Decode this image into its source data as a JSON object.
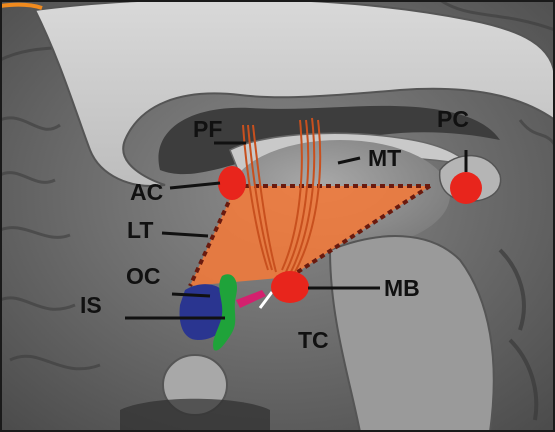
{
  "figure": {
    "labels": {
      "pf": "PF",
      "mt": "MT",
      "pc": "PC",
      "ac": "AC",
      "lt": "LT",
      "oc": "OC",
      "is": "IS",
      "mb": "MB",
      "tc": "TC"
    },
    "colors": {
      "triangle_fill": "#F07A3C",
      "dotted_outline": "#6A1A0E",
      "commissure_red": "#E8251C",
      "fiber_orange": "#C8501E",
      "optic_blue": "#2A3590",
      "green_structure": "#1FA33A",
      "magenta_segment": "#D4206E",
      "label_text": "#111111",
      "frame_accent": "#F08A1E"
    }
  }
}
